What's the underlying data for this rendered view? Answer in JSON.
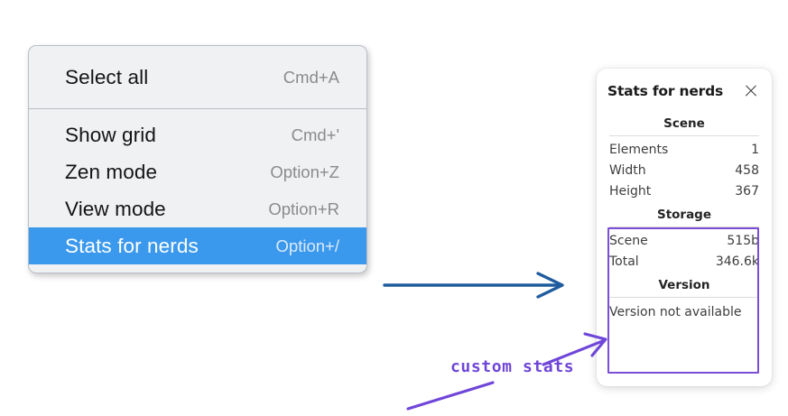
{
  "context_menu": {
    "name": "context-menu",
    "groups": [
      {
        "items": [
          {
            "label": "Select all",
            "shortcut": "Cmd+A",
            "selected": false
          }
        ]
      },
      {
        "items": [
          {
            "label": "Show grid",
            "shortcut": "Cmd+'",
            "selected": false
          },
          {
            "label": "Zen mode",
            "shortcut": "Option+Z",
            "selected": false
          },
          {
            "label": "View mode",
            "shortcut": "Option+R",
            "selected": false
          },
          {
            "label": "Stats for nerds",
            "shortcut": "Option+/",
            "selected": true
          }
        ]
      }
    ]
  },
  "stats_panel": {
    "title": "Stats for nerds",
    "close_icon": "close-icon",
    "sections": [
      {
        "heading": "Scene",
        "rows": [
          {
            "label": "Elements",
            "value": "1"
          },
          {
            "label": "Width",
            "value": "458"
          },
          {
            "label": "Height",
            "value": "367"
          }
        ]
      },
      {
        "heading": "Storage",
        "rows": [
          {
            "label": "Scene",
            "value": "515b"
          },
          {
            "label": "Total",
            "value": "346.6k"
          }
        ]
      },
      {
        "heading": "Version",
        "note": "Version not available",
        "rows": []
      }
    ]
  },
  "annotations": {
    "custom_stats_label": "custom stats",
    "blue_arrow": "blue-right-arrow",
    "purple_arrow": "purple-pointer-arrow",
    "purple_underline": "purple-underline-stroke",
    "highlight_outline": "custom-stats-outline"
  },
  "colors": {
    "menu_background": "#f0f1f3",
    "menu_border": "#b9bec6",
    "menu_highlight": "#3b99ed",
    "menu_label": "#141414",
    "menu_shortcut": "#8b8b8b",
    "panel_background": "#ffffff",
    "panel_text": "#3d3d3d",
    "annotation_blue": "#1f5c9e",
    "annotation_purple": "#6f46d8",
    "outline_purple": "#7c4dd6"
  }
}
